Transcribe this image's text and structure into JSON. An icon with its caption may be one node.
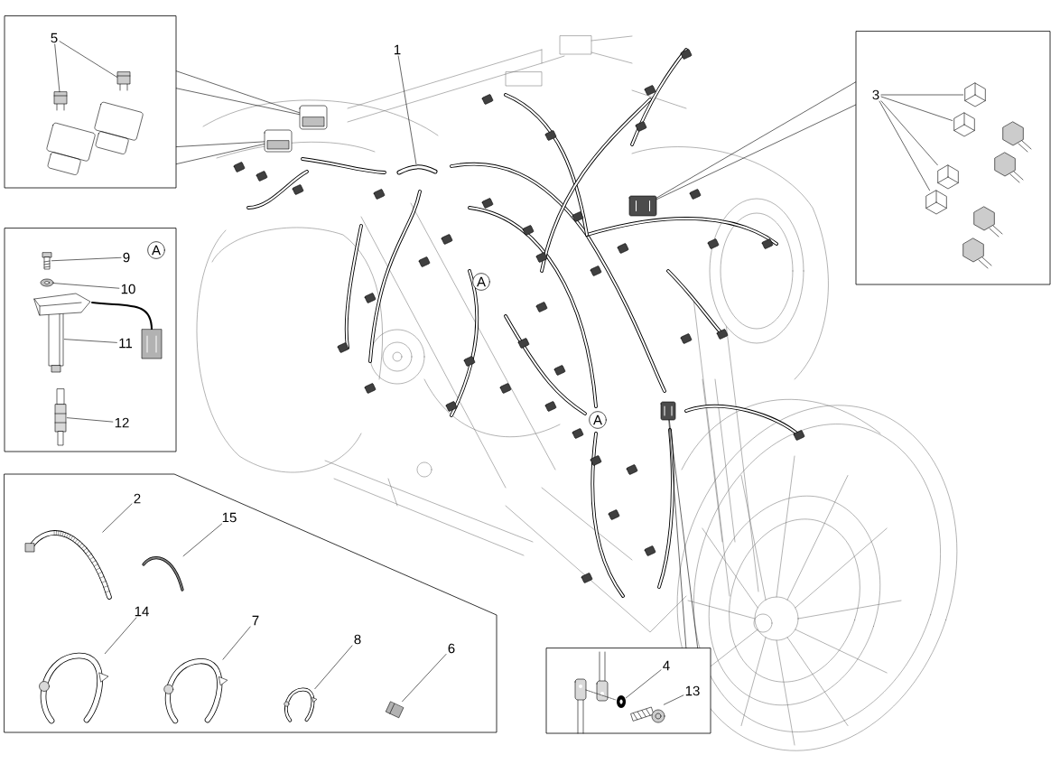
{
  "diagram": {
    "nodes": [
      {
        "text": [],
        "shape": "box"
      },
      {
        "text": [
          "5"
        ],
        "in": 0
      },
      {
        "text": [],
        "shape": "picture",
        "in": 0
      },
      {
        "text": [],
        "shape": "picture",
        "in": 0
      },
      {
        "text": [],
        "shape": "box"
      },
      {
        "text": [
          "9"
        ],
        "in": 4
      },
      {
        "text": [],
        "shape": "picture",
        "in": 4
      },
      {
        "text": [
          "10"
        ],
        "in": 4
      },
      {
        "text": [],
        "shape": "picture",
        "in": 4
      },
      {
        "text": [
          "11"
        ],
        "in": 4
      },
      {
        "text": [],
        "shape": "picture",
        "in": 4
      },
      {
        "text": [
          "12"
        ],
        "in": 4
      },
      {
        "text": [],
        "shape": "picture",
        "in": 4
      },
      {
        "text": [],
        "shape": "box"
      },
      {
        "text": [
          "2"
        ],
        "in": 13
      },
      {
        "text": [],
        "shape": "picture",
        "in": 13
      },
      {
        "text": [
          "15"
        ],
        "in": 13
      },
      {
        "text": [],
        "shape": "picture",
        "in": 13
      },
      {
        "text": [
          "14"
        ],
        "in": 13
      },
      {
        "text": [],
        "shape": "picture",
        "in": 13
      },
      {
        "text": [
          "7"
        ],
        "in": 13
      },
      {
        "text": [],
        "shape": "picture",
        "in": 13
      },
      {
        "text": [
          "8"
        ],
        "in": 13
      },
      {
        "text": [],
        "shape": "picture",
        "in": 13
      },
      {
        "text": [
          "6"
        ],
        "in": 13
      },
      {
        "text": [],
        "shape": "picture",
        "in": 13
      },
      {
        "text": [],
        "shape": "box"
      },
      {
        "text": [
          "3"
        ],
        "in": 26
      },
      {
        "text": [],
        "shape": "picture",
        "in": 26
      },
      {
        "text": [],
        "shape": "picture",
        "in": 26
      },
      {
        "text": [],
        "shape": "picture",
        "in": 26
      },
      {
        "text": [],
        "shape": "picture",
        "in": 26
      },
      {
        "text": [],
        "shape": "box"
      },
      {
        "text": [
          "4"
        ],
        "in": 32
      },
      {
        "text": [],
        "shape": "picture",
        "in": 32
      },
      {
        "text": [
          "13"
        ],
        "in": 32
      },
      {
        "text": [],
        "shape": "picture",
        "in": 32
      },
      {
        "text": [
          "1"
        ]
      },
      {
        "text": [],
        "shape": "picture"
      },
      {
        "text": [],
        "shape": "picture"
      },
      {
        "text": [],
        "shape": "picture"
      },
      {
        "text": [],
        "shape": "picture"
      },
      {
        "text": [],
        "shape": "picture"
      }
    ],
    "edges": [
      {
        "from": 1,
        "to": 2,
        "arrow": "none"
      },
      {
        "from": 1,
        "to": 3,
        "arrow": "none"
      },
      {
        "from": 5,
        "to": 6,
        "arrow": "none"
      },
      {
        "from": 7,
        "to": 8,
        "arrow": "none"
      },
      {
        "from": 9,
        "to": 10,
        "arrow": "none"
      },
      {
        "from": 11,
        "to": 12,
        "arrow": "none"
      },
      {
        "from": 14,
        "to": 15,
        "arrow": "none"
      },
      {
        "from": 16,
        "to": 17,
        "arrow": "none"
      },
      {
        "from": 18,
        "to": 19,
        "arrow": "none"
      },
      {
        "from": 20,
        "to": 21,
        "arrow": "none"
      },
      {
        "from": 22,
        "to": 23,
        "arrow": "none"
      },
      {
        "from": 24,
        "to": 25,
        "arrow": "none"
      },
      {
        "from": 27,
        "to": 28,
        "arrow": "none"
      },
      {
        "from": 27,
        "to": 29,
        "arrow": "none"
      },
      {
        "from": 27,
        "to": 30,
        "arrow": "none"
      },
      {
        "from": 27,
        "to": 31,
        "arrow": "none"
      },
      {
        "from": 33,
        "to": 34,
        "arrow": "none"
      },
      {
        "from": 35,
        "to": 36,
        "arrow": "none"
      },
      {
        "from": 37,
        "to": 38,
        "arrow": "none"
      },
      {
        "from": 0,
        "to": 39,
        "arrow": "none"
      },
      {
        "from": 0,
        "to": 39,
        "arrow": "none"
      },
      {
        "from": 0,
        "to": 40,
        "arrow": "none"
      },
      {
        "from": 0,
        "to": 40,
        "arrow": "none"
      },
      {
        "from": 26,
        "to": 41,
        "arrow": "none"
      },
      {
        "from": 26,
        "to": 41,
        "arrow": "none"
      },
      {
        "from": 32,
        "to": 42,
        "arrow": "none"
      },
      {
        "from": 32,
        "to": 42,
        "arrow": "none"
      }
    ],
    "labels": [
      "A",
      "A",
      "A"
    ]
  }
}
